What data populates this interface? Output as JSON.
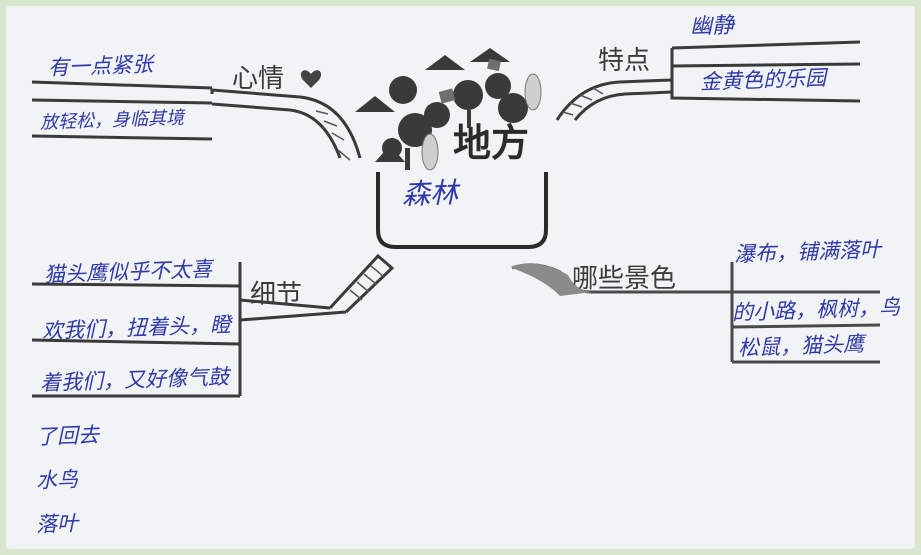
{
  "center": {
    "title": "地方",
    "answer": "森林"
  },
  "branches": {
    "feeling": {
      "label": "心情",
      "items": [
        "有一点紧张",
        "放轻松，身临其境"
      ]
    },
    "feature": {
      "label": "特点",
      "items": [
        "幽静",
        "金黄色的乐园"
      ]
    },
    "details": {
      "label": "细节",
      "items": [
        "猫头鹰似乎不太喜",
        "欢我们，扭着头，瞪",
        "着我们，又好像气鼓",
        "了回去",
        "水鸟",
        "落叶"
      ]
    },
    "scenery": {
      "label": "哪些景色",
      "items": [
        "瀑布，铺满落叶",
        "的小路，枫树，鸟",
        "松鼠，猫头鹰"
      ]
    }
  },
  "colors": {
    "ink_print": "#3b3b3b",
    "ink_pen": "#2e3aa8",
    "paper": "#f2f3f5",
    "border": "#d9e6ce"
  }
}
